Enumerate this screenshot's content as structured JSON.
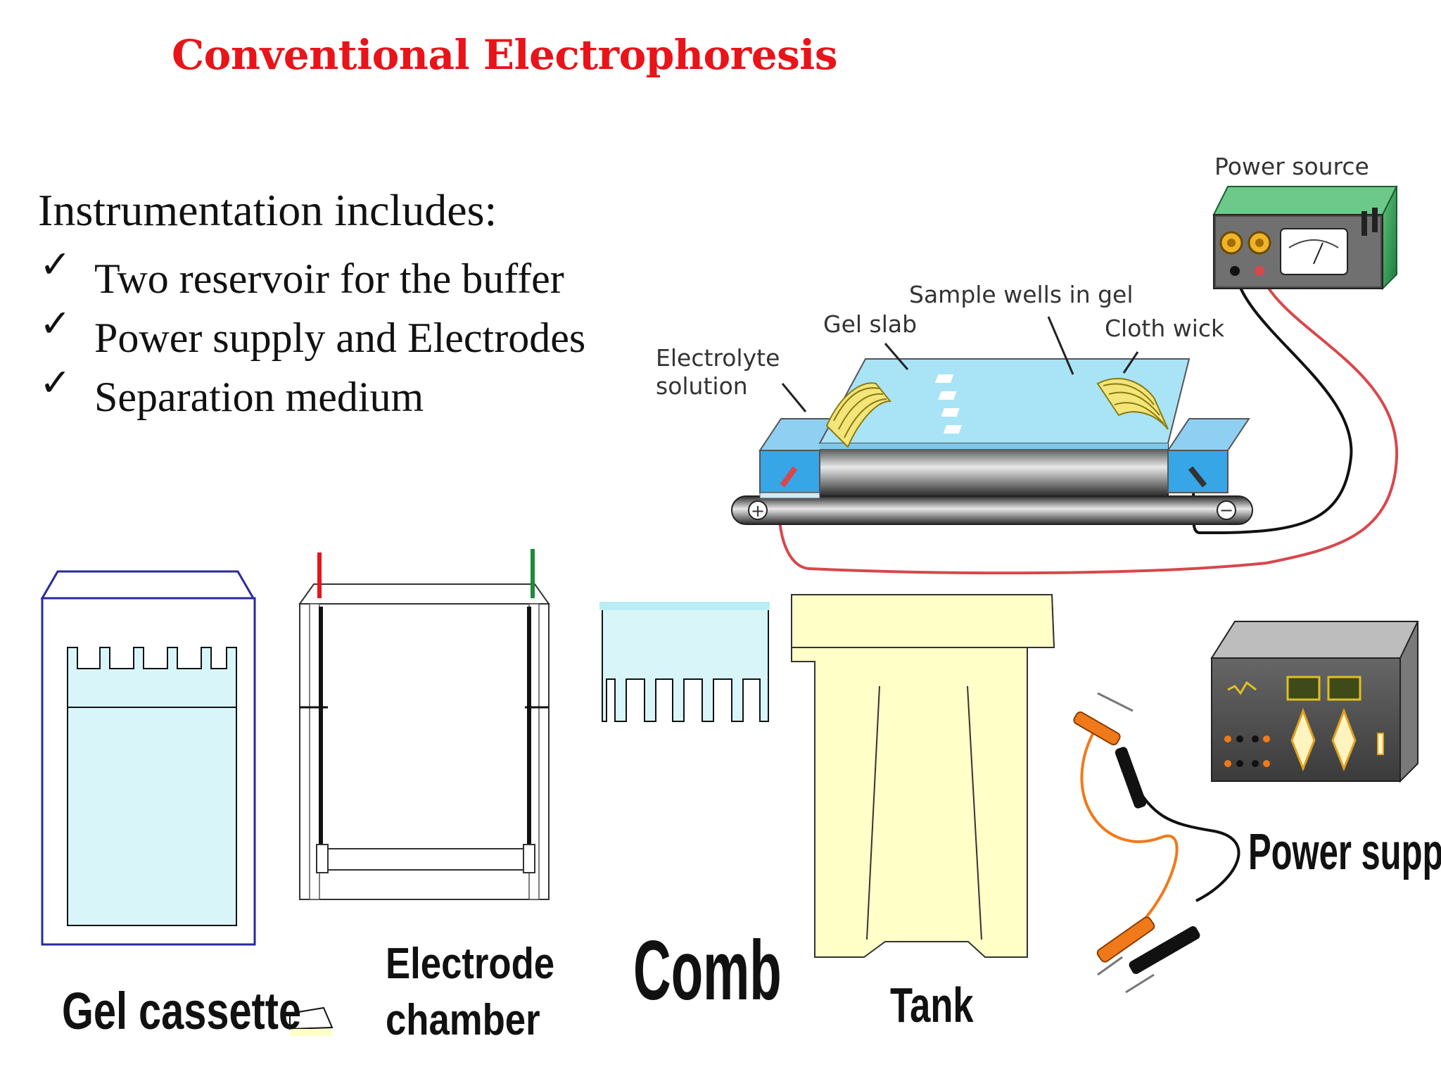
{
  "title": "Conventional Electrophoresis",
  "intro": {
    "heading": "Instrumentation includes:",
    "bullets": [
      "Two reservoir for the buffer",
      "Power supply and Electrodes",
      "Separation medium"
    ]
  },
  "diagram": {
    "power_source": "Power source",
    "sample_wells": "Sample wells in gel",
    "gel_slab": "Gel slab",
    "cloth_wick": "Cloth wick",
    "electrolyte_line1": "Electrolyte",
    "electrolyte_line2": "solution",
    "plus_sign": "+",
    "minus_sign": "−"
  },
  "components": {
    "gel_cassette": "Gel cassette",
    "electrode_line1": "Electrode",
    "electrode_line2": "chamber",
    "comb": "Comb",
    "tank": "Tank",
    "power_supply": "Power supply"
  },
  "colors": {
    "title": "#e8141a",
    "gel_fill": "#d8f6fa",
    "tank_fill": "#ffffc8",
    "buffer_blue": "#36a6e6",
    "wire_red": "#d8474c",
    "lead_orange": "#f07a1a",
    "electrode_green": "#1f8a3c"
  },
  "icons": [
    "check-icon",
    "power-source-icon",
    "power-supply-icon",
    "lead-icon"
  ]
}
